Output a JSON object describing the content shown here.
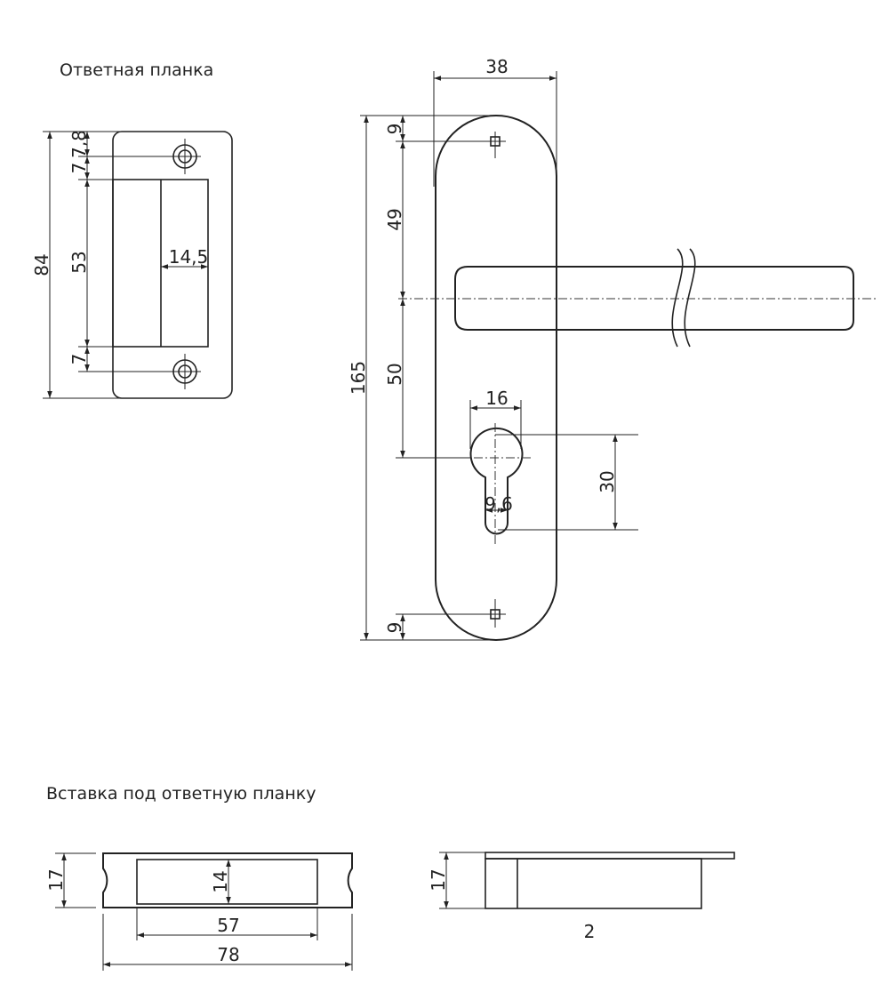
{
  "titles": {
    "strike_plate": "Ответная планка",
    "insert": "Вставка под ответную планку"
  },
  "strike_plate_dims": {
    "height_total": "84",
    "hole_offset_top": "7,8",
    "hole_to_slot_top": "7",
    "slot_height": "53",
    "slot_width": "14,5",
    "slot_to_hole_bottom": "7"
  },
  "handle_dims": {
    "width": "38",
    "height_total": "165",
    "top_to_hole": "9",
    "hole_to_axis": "49",
    "axis_to_cylinder": "50",
    "cylinder_width": "16",
    "cylinder_height": "30",
    "cylinder_slot_width": "9,6",
    "bottom_to_hole": "9"
  },
  "insert_dims": {
    "height_front": "17",
    "slot_height": "14",
    "slot_length": "57",
    "length_total": "78",
    "height_side": "17",
    "thickness": "2"
  }
}
